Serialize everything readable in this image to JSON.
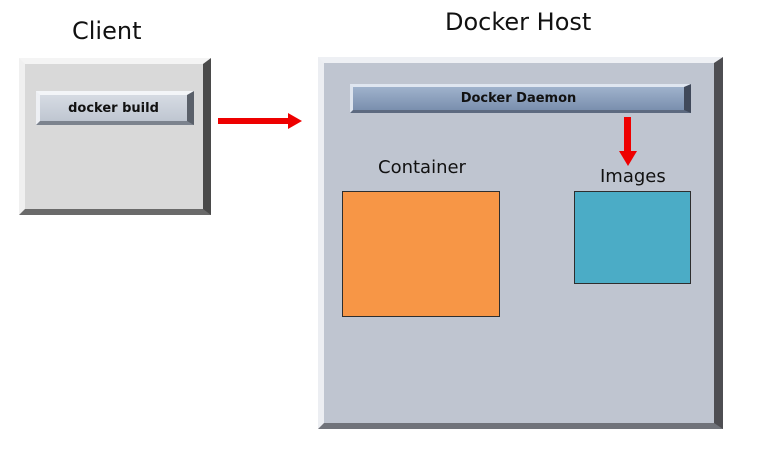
{
  "client": {
    "title": "Client",
    "button_label": "docker build"
  },
  "docker_host": {
    "title": "Docker Host",
    "daemon_label": "Docker Daemon",
    "container_label": "Container",
    "images_label": "Images"
  },
  "colors": {
    "client_panel": "#d9d9d9",
    "host_panel": "#bfc5d0",
    "daemon_bar": "#8ea2be",
    "container": "#f79646",
    "images": "#4bacc6",
    "arrow": "#ee0000"
  }
}
